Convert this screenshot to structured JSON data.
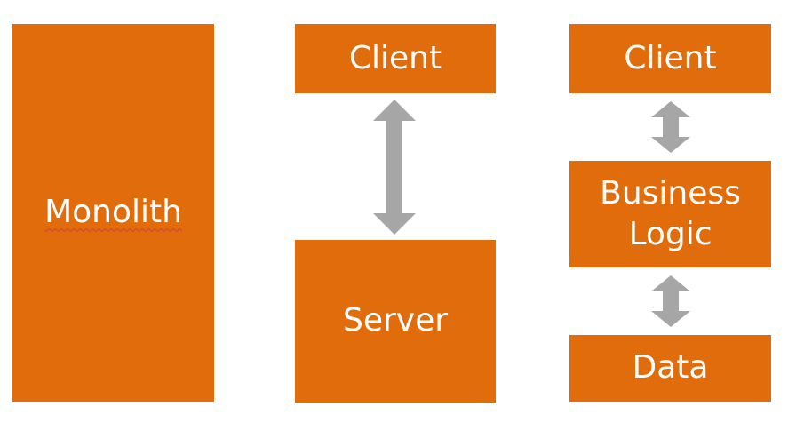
{
  "diagram": {
    "columns": [
      {
        "boxes": [
          {
            "label": "Monolith"
          }
        ]
      },
      {
        "boxes": [
          {
            "label": "Client"
          },
          {
            "label": "Server"
          }
        ]
      },
      {
        "boxes": [
          {
            "label": "Client"
          },
          {
            "label": "Business\nLogic",
            "lines": [
              "Business",
              "Logic"
            ]
          },
          {
            "label": "Data"
          }
        ]
      }
    ]
  },
  "colors": {
    "box_fill": "#e06c0c",
    "box_text": "#ffffff",
    "arrow": "#a6a6a6",
    "spellcheck_underline": "#e03a3a"
  }
}
